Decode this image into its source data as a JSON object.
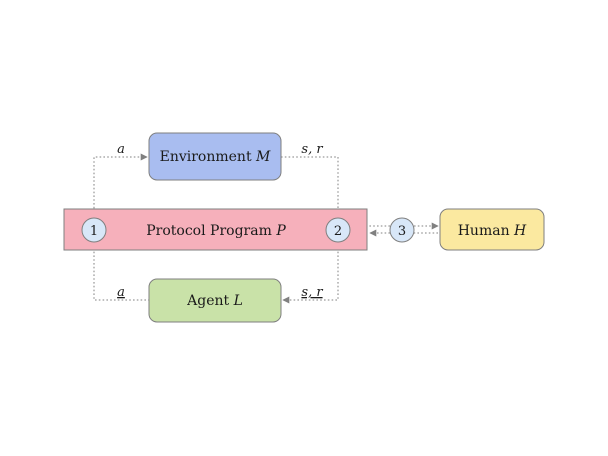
{
  "nodes": {
    "environment": {
      "label": "Environment ",
      "var": "M",
      "color": "#a9bdf0"
    },
    "protocol": {
      "label": "Protocol Program ",
      "var": "P",
      "color": "#f6b0bb"
    },
    "agent": {
      "label": "Agent ",
      "var": "L",
      "color": "#c9e2a8"
    },
    "human": {
      "label": "Human ",
      "var": "H",
      "color": "#fbe9a0"
    }
  },
  "markers": {
    "m1": "1",
    "m2": "2",
    "m3": "3",
    "color": "#d8e7f8"
  },
  "edges": {
    "to_environment": "a",
    "from_environment": "s, r",
    "to_agent": "a",
    "from_agent_label": "s, r"
  }
}
